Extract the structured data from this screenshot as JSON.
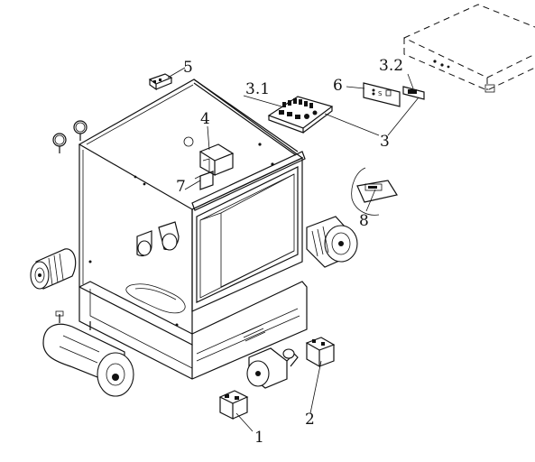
{
  "callouts": {
    "c1": "1",
    "c2": "2",
    "c3": "3",
    "c3_1": "3.1",
    "c3_2": "3.2",
    "c4": "4",
    "c5": "5",
    "c6": "6",
    "c7": "7",
    "c8": "8"
  },
  "panel_text": "S"
}
